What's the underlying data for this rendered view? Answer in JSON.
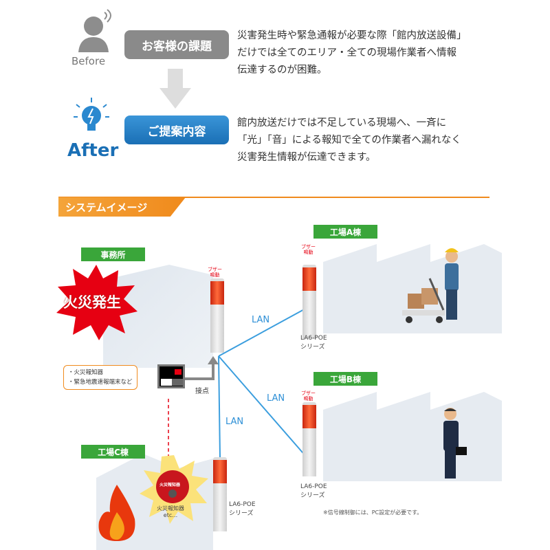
{
  "before": {
    "label": "Before",
    "badge": "お客様の課題",
    "lines": [
      "災害発生時や緊急通報が必要な際「館内放送設備」",
      "だけでは全てのエリア・全ての現場作業者へ情報",
      "伝達するのが困難。"
    ]
  },
  "after": {
    "label": "After",
    "badge": "ご提案内容",
    "lines": [
      "館内放送だけでは不足している現場へ、一斉に",
      "「光」「音」による報知で全ての作業者へ漏れなく",
      "災害発生情報が伝達できます。"
    ]
  },
  "section": {
    "title": "システムイメージ"
  },
  "diagram": {
    "office": "事務所",
    "factory_a": "工場A棟",
    "factory_b": "工場B棟",
    "factory_c": "工場C棟",
    "fire": "火災発生",
    "callout": [
      "・火災報知器",
      "・緊急地震速報端末など"
    ],
    "contact": "接点",
    "lan": "LAN",
    "buzzer": [
      "ブザー",
      "鳴動"
    ],
    "series": [
      "LA6-POE",
      "シリーズ"
    ],
    "alarm_badge": "火災報知器",
    "alarm_caption": [
      "火災報知器",
      "etc…"
    ],
    "note": "※信号線制御には、PC設定が必要です。"
  },
  "colors": {
    "gray_badge": "#8a8a8a",
    "blue_badge": "#1f7fc5",
    "accent": "#f08a1c",
    "green": "#3aa63a",
    "lan": "#2d8fd6"
  }
}
